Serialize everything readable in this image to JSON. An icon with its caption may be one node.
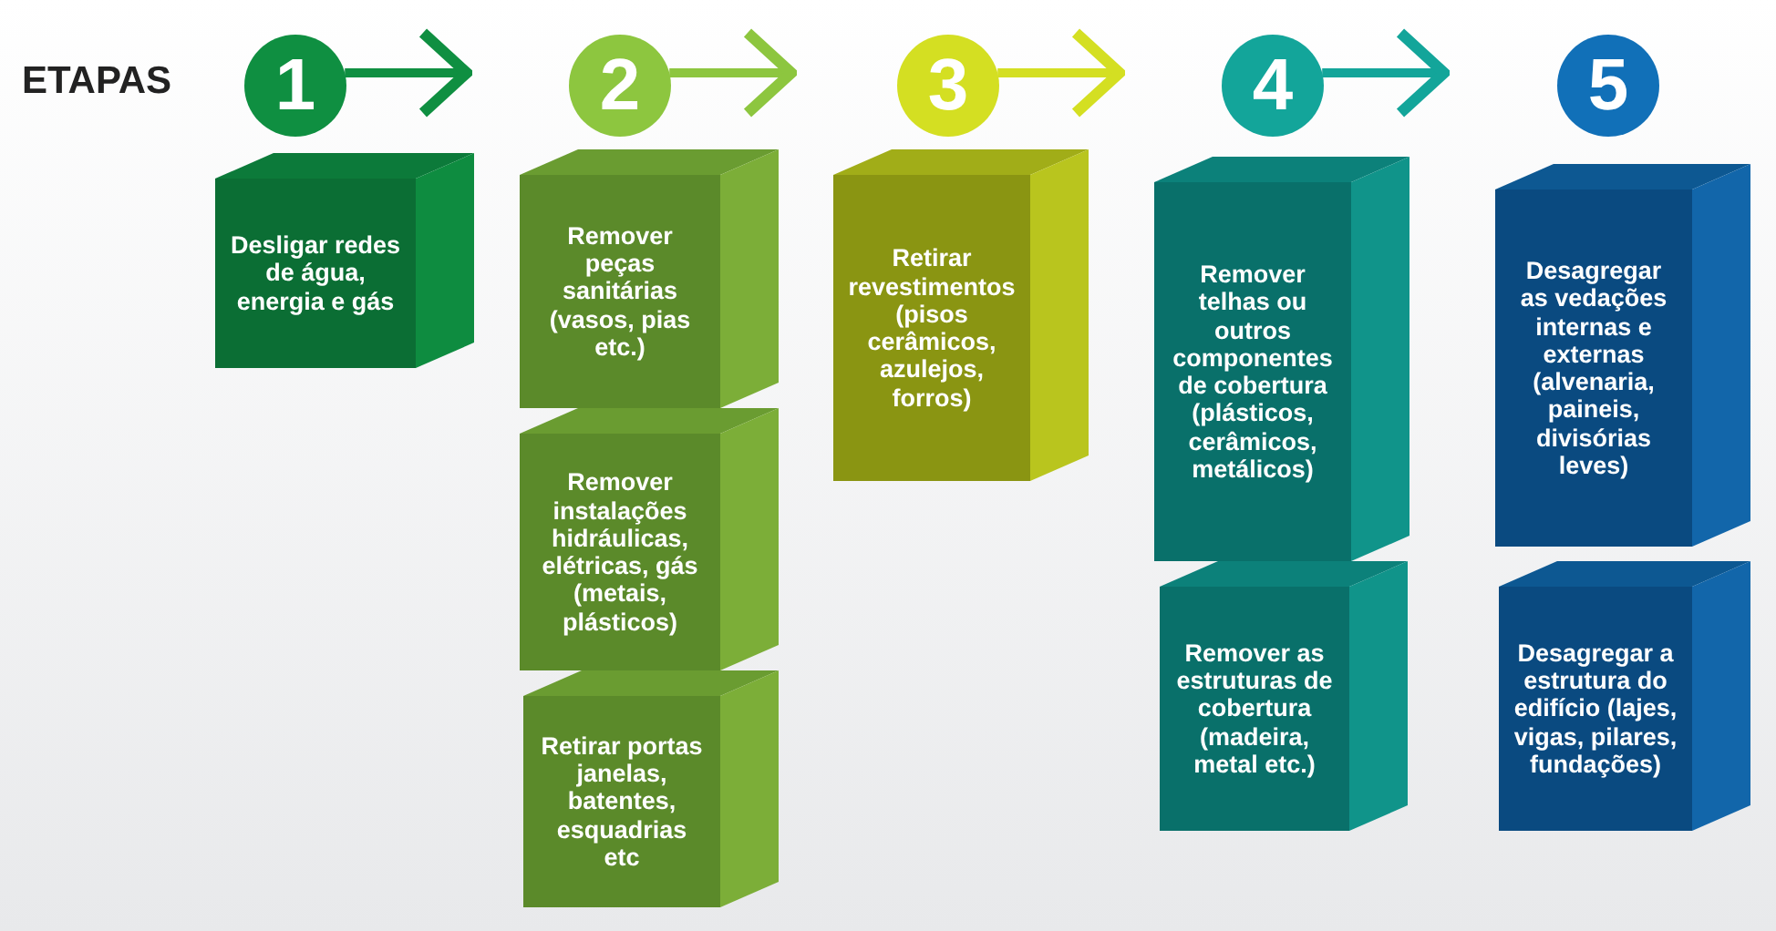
{
  "diagram": {
    "title": "ETAPAS",
    "nodes": [
      {
        "text": [
          "1"
        ]
      },
      {
        "text": [
          "2"
        ]
      },
      {
        "text": [
          "3"
        ]
      },
      {
        "text": [
          "4"
        ]
      },
      {
        "text": [
          "5"
        ]
      },
      {
        "text": [
          "Desligar redes de água, energia e gás"
        ]
      },
      {
        "text": [
          "Remover peças sanitárias (vasos, pias etc.)"
        ]
      },
      {
        "text": [
          "Remover instalações hidráulicas, elétricas, gás (metais, plásticos)"
        ]
      },
      {
        "text": [
          "Retirar portas janelas, batentes, esquadrias etc"
        ]
      },
      {
        "text": [
          "Retirar revestimentos (pisos cerâmicos, azulejos, forros)"
        ]
      },
      {
        "text": [
          "Remover telhas ou outros componentes de cobertura (plásticos, cerâmicos, metálicos)"
        ]
      },
      {
        "text": [
          "Remover as estruturas de cobertura (madeira, metal etc.)"
        ]
      },
      {
        "text": [
          "Desagregar as vedações internas e externas (alvenaria, paineis, divisórias leves)"
        ]
      },
      {
        "text": [
          "Desagregar a estrutura do edifício (lajes, vigas, pilares, fundações)"
        ]
      }
    ],
    "edges": [
      {
        "from": 0,
        "to": null,
        "arrow": "to",
        "color": "#0f8f41"
      },
      {
        "from": 1,
        "to": null,
        "arrow": "to",
        "color": "#8dc63f"
      },
      {
        "from": 2,
        "to": null,
        "arrow": "to",
        "color": "#d4df22"
      },
      {
        "from": 3,
        "to": null,
        "arrow": "to",
        "color": "#13a59a"
      }
    ]
  }
}
